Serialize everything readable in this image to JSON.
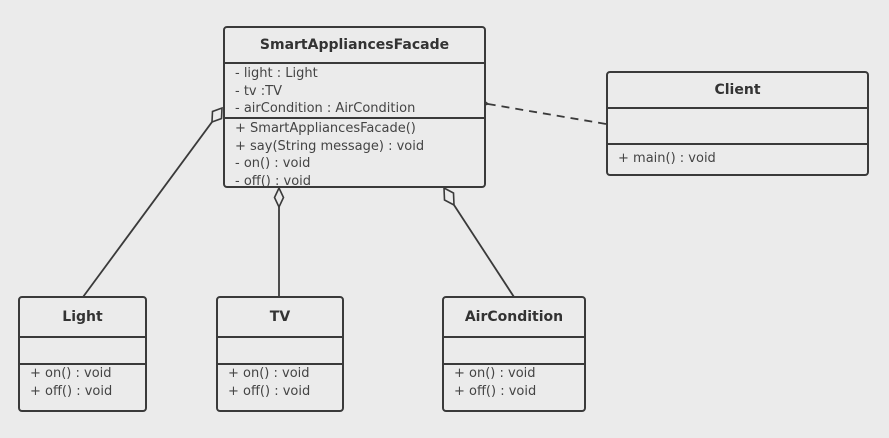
{
  "classes": {
    "facade": {
      "name": "SmartAppliancesFacade",
      "attributes": [
        "- light : Light",
        "- tv :TV",
        "- airCondition : AirCondition"
      ],
      "methods": [
        "+ SmartAppliancesFacade()",
        "+ say(String message) : void",
        "- on() : void",
        "- off() : void"
      ]
    },
    "client": {
      "name": "Client",
      "attributes": [],
      "methods": [
        "+ main() : void"
      ]
    },
    "light": {
      "name": "Light",
      "attributes": [],
      "methods": [
        "+ on() : void",
        "+ off() : void"
      ]
    },
    "tv": {
      "name": "TV",
      "attributes": [],
      "methods": [
        "+ on() : void",
        "+ off() : void"
      ]
    },
    "aircondition": {
      "name": "AirCondition",
      "attributes": [],
      "methods": [
        "+ on() : void",
        "+ off() : void"
      ]
    }
  },
  "relations": [
    {
      "type": "aggregation",
      "whole": "SmartAppliancesFacade",
      "part": "Light"
    },
    {
      "type": "aggregation",
      "whole": "SmartAppliancesFacade",
      "part": "TV"
    },
    {
      "type": "aggregation",
      "whole": "SmartAppliancesFacade",
      "part": "AirCondition"
    },
    {
      "type": "dependency",
      "from": "Client",
      "to": "SmartAppliancesFacade"
    }
  ],
  "colors": {
    "background": "#ebebeb",
    "border": "#3a3a3a",
    "text": "#444444"
  }
}
